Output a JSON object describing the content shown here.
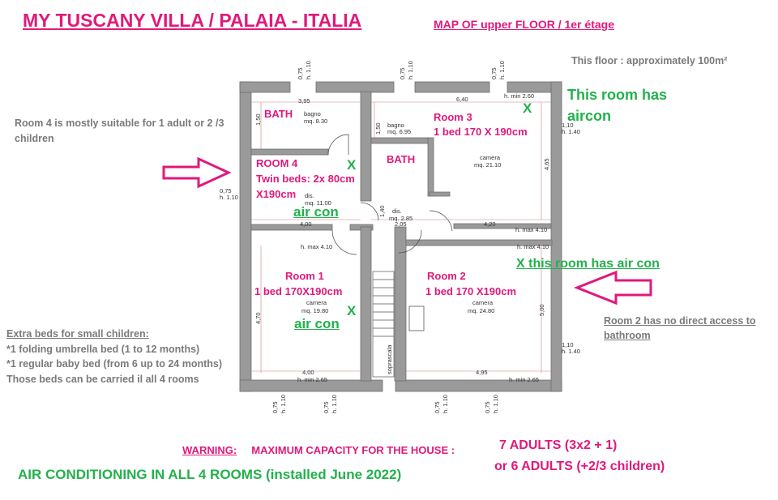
{
  "title": "MY TUSCANY VILLA / PALAIA - ITALIA",
  "subtitle": "MAP OF upper FLOOR / 1er étage",
  "area_note": "This floor : approximately 100m²",
  "notes": {
    "room4": "Room 4 is mostly suitable for 1 adult or 2 /3 children",
    "room2": "Room 2 has no direct access to bathroom",
    "extras_title": "Extra beds for small children:",
    "extras_lines": [
      "*1 folding umbrella bed (1 to 12 months)",
      "*1 regular baby bed (from 6 up to 24 months)",
      "Those beds can be carried il all 4 rooms"
    ]
  },
  "warning": {
    "label": "WARNING:",
    "text": "MAXIMUM CAPACITY FOR THE HOUSE :",
    "capacity_1": "7 ADULTS (3x2 + 1)",
    "capacity_2": "or 6   ADULTS (+2/3 children)"
  },
  "aircon_all": "AIR CONDITIONING IN ALL 4 ROOMS  (installed June 2022)",
  "rooms": {
    "bath1": {
      "label": "BATH",
      "plan_name": "bagno",
      "area": "mq. 8.30"
    },
    "bath2": {
      "label": "BATH",
      "plan_name": "bagno",
      "area": "mq. 6.95"
    },
    "room3": {
      "label": "Room 3",
      "beds": "1 bed 170 X 190cm",
      "plan_name": "camera",
      "area": "mq. 21.10",
      "aircon": "This room has aircon",
      "mark": "X"
    },
    "room4": {
      "label": "ROOM 4",
      "beds_1": "Twin beds: 2x 80cm",
      "beds_2": "X190cm",
      "plan_name": "dis.",
      "area": "mq. 11.00",
      "aircon": "air con",
      "mark": "X"
    },
    "hall": {
      "plan_name": "dis.",
      "area": "mq. 2.85"
    },
    "room1": {
      "label": "Room 1",
      "beds": "1 bed 170X190cm",
      "plan_name": "camera",
      "area": "mq. 19.80",
      "aircon": "air con",
      "mark": "X"
    },
    "room2": {
      "label": "Room 2",
      "beds": "1 bed 170 X190cm",
      "plan_name": "camera",
      "area": "mq. 24.80",
      "aircon": "X this room has air con"
    },
    "stairs": {
      "plan_name": "soprascala"
    }
  },
  "dims": {
    "top_395": "3,95",
    "top_640": "6,40",
    "hmin260": "h. min  2.60",
    "d150a": "1,50",
    "d150b": "1,50",
    "d465": "4,65",
    "d400a": "4,00",
    "d205": "2,05",
    "d420": "4,20",
    "d140": "1,40",
    "hmax410a": "h. max  4.10",
    "hmax410b": "h. max  4.10",
    "hmax410c": "h. max  4.10",
    "d470": "4,70",
    "d500": "5,00",
    "d400b": "4,00",
    "d495": "4,95",
    "hmin265a": "h. min  2.65",
    "hmin265b": "h. min  2.65",
    "win_w": "0,75",
    "win_h": "h. 1.10",
    "side_w": "1,10",
    "side_h": "h. 1.40",
    "side2_w": "1,10",
    "side2_h": "h. 1.40"
  },
  "colors": {
    "magenta": "#e0197c",
    "green": "#22b14c",
    "grey": "#7a7a7a",
    "wall": "#9a9a9a"
  }
}
